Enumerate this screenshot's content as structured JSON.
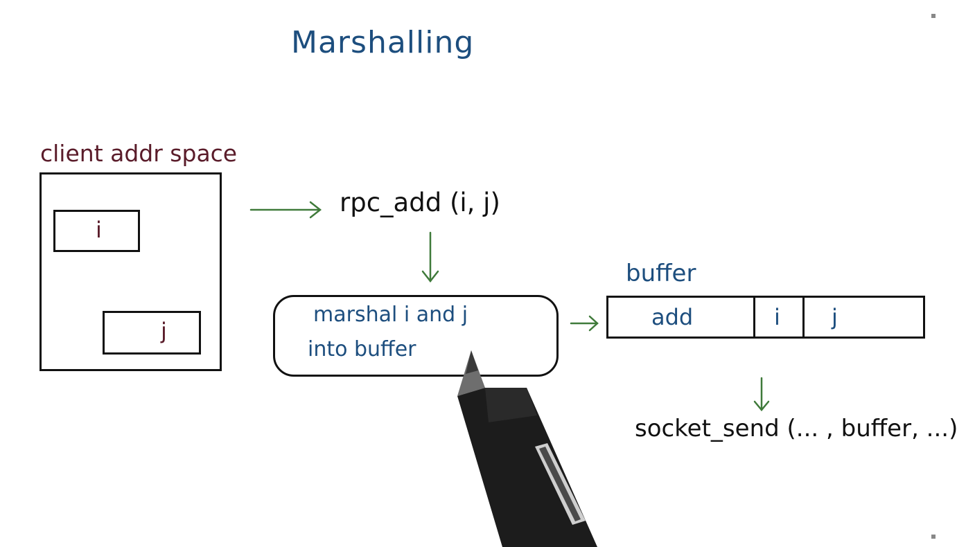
{
  "title": "Marshalling",
  "client": {
    "label": "client addr space",
    "var_i": "i",
    "var_j": "j"
  },
  "rpc_call": "rpc_add (i, j)",
  "marshal": {
    "line1": "marshal i and j",
    "line2": "into buffer"
  },
  "buffer": {
    "label": "buffer",
    "cells": [
      "add",
      "i",
      "j"
    ]
  },
  "socket_call": "socket_send (... , buffer, ...)",
  "colors": {
    "blue_ink": "#1d4e7e",
    "maroon_ink": "#5a1c2a",
    "arrow_green": "#3f7a3a",
    "black_ink": "#111111"
  }
}
